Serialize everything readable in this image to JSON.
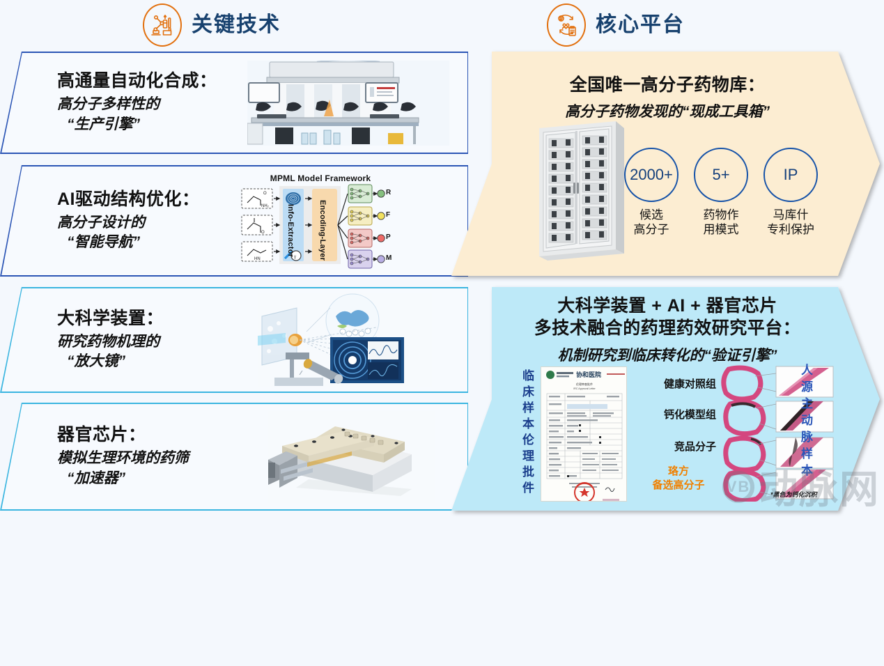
{
  "headers": {
    "left": {
      "title": "关键技术",
      "icon": "robot-arm-lab-icon"
    },
    "right": {
      "title": "核心平台",
      "icon": "research-cycle-icon"
    }
  },
  "left_cards": [
    {
      "title": "高通量自动化合成：",
      "sub_line1": "高分子多样性的",
      "sub_line2": "“生产引擎”",
      "border_color": "#2B55B5",
      "image": "automated-synthesis-platform-photo"
    },
    {
      "title": "AI驱动结构优化：",
      "sub_line1": "高分子设计的",
      "sub_line2": "“智能导航”",
      "border_color": "#2B55B5",
      "image": "mpml-model-framework-diagram"
    },
    {
      "title": "大科学装置：",
      "sub_line1": "研究药物机理的",
      "sub_line2": "“放大镜”",
      "border_color": "#3AB5E0",
      "image": "xray-scattering-diagram"
    },
    {
      "title": "器官芯片：",
      "sub_line1": "模拟生理环境的药筛",
      "sub_line2": "“加速器”",
      "border_color": "#3AB5E0",
      "image": "organ-on-chip-device-photo"
    }
  ],
  "mpml": {
    "title": "MPML Model Framework",
    "extractor_label": "Info-Extractor",
    "encoding_label": "Encoding-Layer",
    "inputs": [
      "NH2",
      "O",
      "HN"
    ],
    "outputs": [
      "R",
      "F",
      "P",
      "M"
    ]
  },
  "xray": {
    "beam_stopper": "Beam stopper",
    "pattern": "2D scattering pattern"
  },
  "right_panels": {
    "library": {
      "fill": "#FCEDD2",
      "title": "全国唯一高分子药物库：",
      "sub": "高分子药物发现的“现成工具箱”",
      "cabinet_image": "compound-storage-cabinet-photo",
      "stats": [
        {
          "value": "2000+",
          "caption": "候选\n高分子"
        },
        {
          "value": "5+",
          "caption": "药物作\n用模式"
        },
        {
          "value": "IP",
          "caption": "马库什\n专利保护"
        }
      ]
    },
    "platform": {
      "fill": "#BDE9F8",
      "title_line1": "大科学装置 + AI + 器官芯片",
      "title_line2": "多技术融合的药理药效研究平台：",
      "sub": "机制研究到临床转化的“验证引擎”",
      "vertical_left": "临床样本伦理批件",
      "vertical_right": "人源主动脉样本",
      "certificate": {
        "org": "北京协和医院",
        "title_cn": "伦理审查批件",
        "title_en": "IRC Approval Letter",
        "seal": "official-red-seal"
      },
      "groups": [
        {
          "label": "健康对照组",
          "highlight": false
        },
        {
          "label": "钙化模型组",
          "highlight": false
        },
        {
          "label": "竞品分子",
          "highlight": false
        },
        {
          "label": "珞方\n备选高分子",
          "highlight": true
        }
      ],
      "footnote": "*黑色为钙化沉积"
    }
  },
  "watermark": {
    "text": "动脉网",
    "badge": "VB"
  },
  "colors": {
    "page_bg": "#F4F8FD",
    "brand_orange": "#E2700E",
    "brand_navy": "#17416E",
    "blue_border": "#2B55B5",
    "cyan_border": "#3AB5E0",
    "cream": "#FCEDD2",
    "sky": "#BDE9F8",
    "highlight_orange": "#F08000"
  }
}
